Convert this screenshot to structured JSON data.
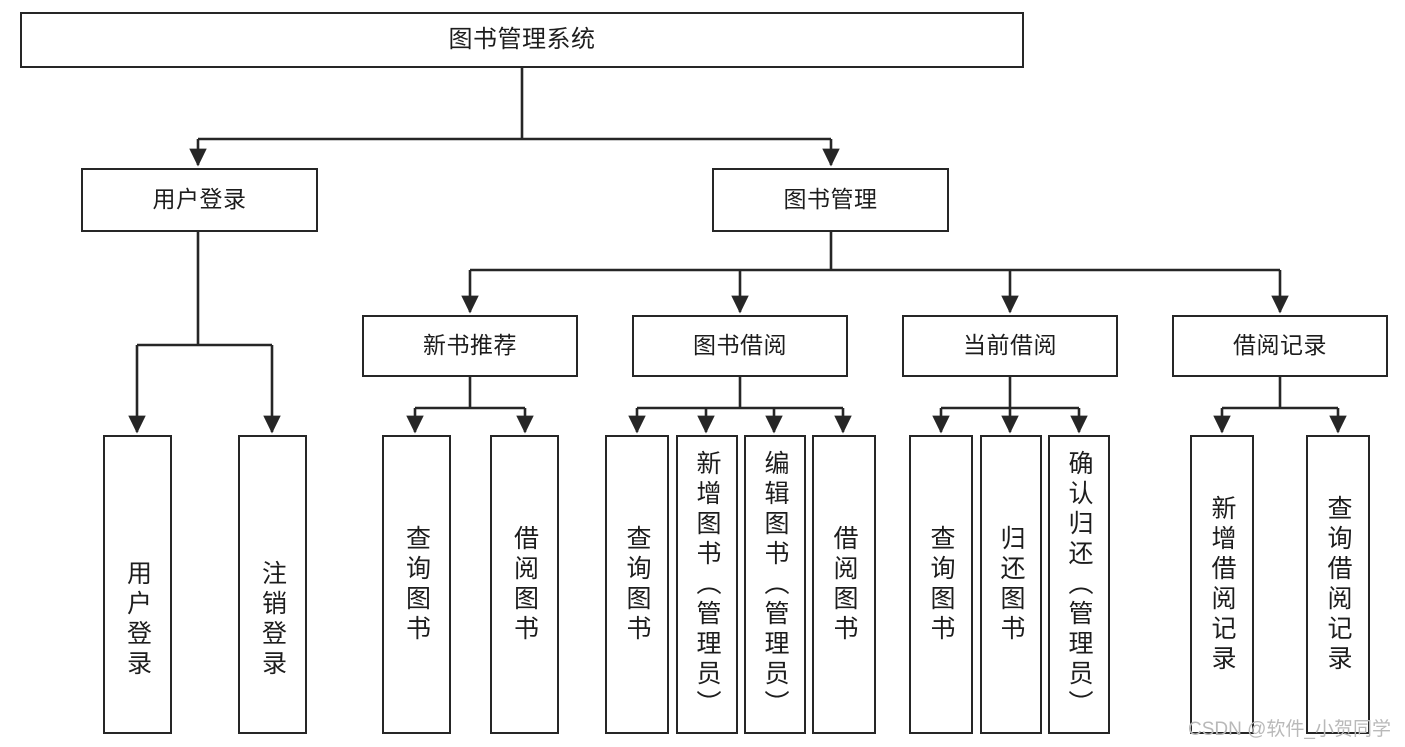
{
  "diagram": {
    "title": "图书管理系统",
    "type": "tree-hierarchy-chart",
    "colors": {
      "box_border": "#262626",
      "box_fill": "#ffffff",
      "edge": "#262626",
      "text": "#1d1d1d",
      "watermark": "#b9b9b9",
      "background": "#ffffff"
    }
  },
  "root": {
    "label": "图书管理系统"
  },
  "level1": [
    {
      "label": "用户登录"
    },
    {
      "label": "图书管理"
    }
  ],
  "level2": [
    {
      "label": "新书推荐"
    },
    {
      "label": "图书借阅"
    },
    {
      "label": "当前借阅"
    },
    {
      "label": "借阅记录"
    }
  ],
  "leaves": {
    "user_login": [
      {
        "label": "用户登录"
      },
      {
        "label": "注销登录"
      }
    ],
    "new_book_recommend": [
      {
        "label": "查询图书"
      },
      {
        "label": "借阅图书"
      }
    ],
    "book_borrow": [
      {
        "label": "查询图书"
      },
      {
        "label": "新增图书（管理员）"
      },
      {
        "label": "编辑图书（管理员）"
      },
      {
        "label": "借阅图书"
      }
    ],
    "current_borrow": [
      {
        "label": "查询图书"
      },
      {
        "label": "归还图书"
      },
      {
        "label": "确认归还（管理员）"
      }
    ],
    "borrow_record": [
      {
        "label": "新增借阅记录"
      },
      {
        "label": "查询借阅记录"
      }
    ]
  },
  "watermark": {
    "text": "CSDN @软件_小贺同学"
  }
}
